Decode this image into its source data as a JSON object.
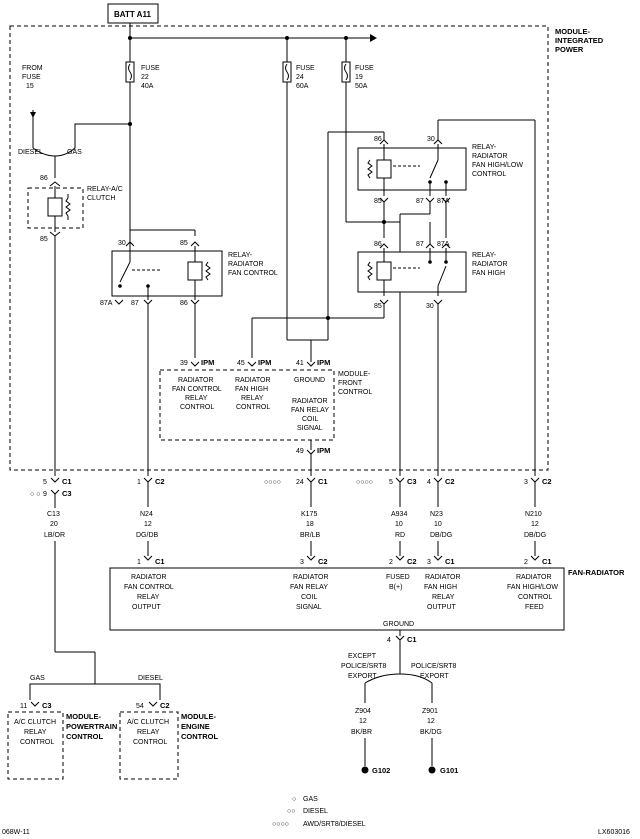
{
  "title_box": "BATT A11",
  "modules": {
    "integrated_power": [
      "MODULE-",
      "INTEGRATED",
      "POWER"
    ],
    "front_control": [
      "MODULE-",
      "FRONT",
      "CONTROL"
    ],
    "fan_radiator": "FAN-RADIATOR",
    "powertrain": [
      "MODULE-",
      "POWERTRAIN",
      "CONTROL"
    ],
    "engine": [
      "MODULE-",
      "ENGINE",
      "CONTROL"
    ]
  },
  "from_fuse": [
    "FROM",
    "FUSE",
    "15"
  ],
  "fuses": [
    {
      "label": "FUSE",
      "number": "22",
      "rating": "40A"
    },
    {
      "label": "FUSE",
      "number": "24",
      "rating": "60A"
    },
    {
      "label": "FUSE",
      "number": "19",
      "rating": "50A"
    }
  ],
  "branch": {
    "diesel": "DIESEL",
    "gas": "GAS"
  },
  "relays": {
    "ac_clutch": {
      "name": [
        "RELAY-A/C",
        "CLUTCH"
      ],
      "pins": {
        "p86": "86",
        "p85": "85"
      }
    },
    "fan_control": {
      "name": [
        "RELAY-",
        "RADIATOR",
        "FAN CONTROL"
      ],
      "pins": {
        "p30": "30",
        "p85": "85",
        "p87a": "87A",
        "p87": "87",
        "p86": "86"
      }
    },
    "high_low": {
      "name": [
        "RELAY-",
        "RADIATOR",
        "FAN HIGH/LOW",
        "CONTROL"
      ],
      "pins": {
        "p86": "86",
        "p30": "30",
        "p85": "85",
        "p87": "87",
        "p87a": "87A"
      }
    },
    "fan_high": {
      "name": [
        "RELAY-",
        "RADIATOR",
        "FAN HIGH"
      ],
      "pins": {
        "p86": "86",
        "p87": "87",
        "p87a": "87A",
        "p85": "85",
        "p30": "30"
      }
    }
  },
  "ipm_pins": [
    {
      "pin": "39",
      "tag": "IPM"
    },
    {
      "pin": "45",
      "tag": "IPM"
    },
    {
      "pin": "41",
      "tag": "IPM"
    },
    {
      "pin": "49",
      "tag": "IPM"
    }
  ],
  "front_control_labels": [
    [
      "RADIATOR",
      "FAN CONTROL",
      "RELAY",
      "CONTROL"
    ],
    [
      "RADIATOR",
      "FAN HIGH",
      "RELAY",
      "CONTROL"
    ],
    [
      "GROUND"
    ],
    [
      "RADIATOR",
      "FAN RELAY",
      "COIL",
      "SIGNAL"
    ]
  ],
  "connectors_top": [
    {
      "pin": "5",
      "conn": "C1"
    },
    {
      "pin": "9",
      "conn": "C3"
    },
    {
      "pin": "1",
      "conn": "C2"
    },
    {
      "pin": "24",
      "conn": "C1"
    },
    {
      "pin": "5",
      "conn": "C3"
    },
    {
      "pin": "4",
      "conn": "C2"
    },
    {
      "pin": "3",
      "conn": "C2"
    }
  ],
  "wires": [
    {
      "circuit": "C13",
      "gauge": "20",
      "color": "LB/OR"
    },
    {
      "circuit": "N24",
      "gauge": "12",
      "color": "DG/DB"
    },
    {
      "circuit": "K175",
      "gauge": "18",
      "color": "BR/LB"
    },
    {
      "circuit": "A934",
      "gauge": "10",
      "color": "RD"
    },
    {
      "circuit": "N23",
      "gauge": "10",
      "color": "DB/DG"
    },
    {
      "circuit": "N210",
      "gauge": "12",
      "color": "DB/DG"
    }
  ],
  "connectors_fan": [
    {
      "pin": "1",
      "conn": "C1"
    },
    {
      "pin": "3",
      "conn": "C2"
    },
    {
      "pin": "2",
      "conn": "C2"
    },
    {
      "pin": "3",
      "conn": "C1"
    },
    {
      "pin": "2",
      "conn": "C1"
    }
  ],
  "fan_labels": [
    [
      "RADIATOR",
      "FAN CONTROL",
      "RELAY",
      "OUTPUT"
    ],
    [
      "RADIATOR",
      "FAN RELAY",
      "COIL",
      "SIGNAL"
    ],
    [
      "FUSED",
      "B(+)"
    ],
    [
      "RADIATOR",
      "FAN HIGH",
      "RELAY",
      "OUTPUT"
    ],
    [
      "RADIATOR",
      "FAN HIGH/LOW",
      "CONTROL",
      "FEED"
    ]
  ],
  "fan_ground": "GROUND",
  "fan_ground_conn": {
    "pin": "4",
    "conn": "C1"
  },
  "ground_options": {
    "except": [
      "EXCEPT",
      "POLICE/SRT8",
      "EXPORT"
    ],
    "police": [
      "POLICE/SRT8",
      "EXPORT"
    ]
  },
  "ground_wires": [
    {
      "circuit": "Z904",
      "gauge": "12",
      "color": "BK/BR"
    },
    {
      "circuit": "Z901",
      "gauge": "12",
      "color": "BK/DG"
    }
  ],
  "grounds": [
    "G102",
    "G101"
  ],
  "bottom_branch": {
    "gas": "GAS",
    "diesel": "DIESEL"
  },
  "module_connectors": [
    {
      "pin": "11",
      "conn": "C3"
    },
    {
      "pin": "54",
      "conn": "C2"
    }
  ],
  "module_labels": [
    [
      "A/C CLUTCH",
      "RELAY",
      "CONTROL"
    ],
    [
      "A/C CLUTCH",
      "RELAY",
      "CONTROL"
    ]
  ],
  "legend": [
    {
      "symbol": "○",
      "text": "GAS"
    },
    {
      "symbol": "○○",
      "text": "DIESEL"
    },
    {
      "symbol": "○○○○",
      "text": "AWD/SRT8/DIESEL"
    }
  ],
  "footer_left": "068W-11",
  "footer_right": "LX603016"
}
